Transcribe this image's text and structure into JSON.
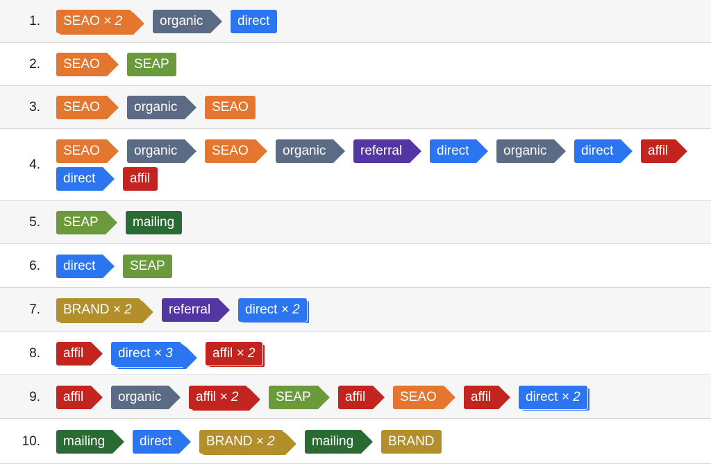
{
  "colors": {
    "SEAO": "#e5762f",
    "organic": "#5b6b85",
    "direct": "#2b75f0",
    "SEAP": "#6a9a3c",
    "referral": "#5335a4",
    "affil": "#c3241f",
    "mailing": "#2a6b33",
    "BRAND": "#b28f2b"
  },
  "paths": [
    {
      "number": "1.",
      "chips": [
        {
          "channel": "SEAO",
          "label": "SEAO",
          "mult": "× 2"
        },
        {
          "channel": "organic",
          "label": "organic",
          "mult": ""
        },
        {
          "channel": "direct",
          "label": "direct",
          "mult": ""
        }
      ]
    },
    {
      "number": "2.",
      "chips": [
        {
          "channel": "SEAO",
          "label": "SEAO",
          "mult": ""
        },
        {
          "channel": "SEAP",
          "label": "SEAP",
          "mult": ""
        }
      ]
    },
    {
      "number": "3.",
      "chips": [
        {
          "channel": "SEAO",
          "label": "SEAO",
          "mult": ""
        },
        {
          "channel": "organic",
          "label": "organic",
          "mult": ""
        },
        {
          "channel": "SEAO",
          "label": "SEAO",
          "mult": ""
        }
      ]
    },
    {
      "number": "4.",
      "chips": [
        {
          "channel": "SEAO",
          "label": "SEAO",
          "mult": ""
        },
        {
          "channel": "organic",
          "label": "organic",
          "mult": ""
        },
        {
          "channel": "SEAO",
          "label": "SEAO",
          "mult": ""
        },
        {
          "channel": "organic",
          "label": "organic",
          "mult": ""
        },
        {
          "channel": "referral",
          "label": "referral",
          "mult": ""
        },
        {
          "channel": "direct",
          "label": "direct",
          "mult": ""
        },
        {
          "channel": "organic",
          "label": "organic",
          "mult": ""
        },
        {
          "channel": "direct",
          "label": "direct",
          "mult": ""
        },
        {
          "channel": "affil",
          "label": "affil",
          "mult": ""
        },
        {
          "channel": "direct",
          "label": "direct",
          "mult": ""
        },
        {
          "channel": "affil",
          "label": "affil",
          "mult": ""
        }
      ]
    },
    {
      "number": "5.",
      "chips": [
        {
          "channel": "SEAP",
          "label": "SEAP",
          "mult": ""
        },
        {
          "channel": "mailing",
          "label": "mailing",
          "mult": ""
        }
      ]
    },
    {
      "number": "6.",
      "chips": [
        {
          "channel": "direct",
          "label": "direct",
          "mult": ""
        },
        {
          "channel": "SEAP",
          "label": "SEAP",
          "mult": ""
        }
      ]
    },
    {
      "number": "7.",
      "chips": [
        {
          "channel": "BRAND",
          "label": "BRAND",
          "mult": "× 2"
        },
        {
          "channel": "referral",
          "label": "referral",
          "mult": ""
        },
        {
          "channel": "direct",
          "label": "direct",
          "mult": "× 2"
        }
      ]
    },
    {
      "number": "8.",
      "chips": [
        {
          "channel": "affil",
          "label": "affil",
          "mult": ""
        },
        {
          "channel": "direct",
          "label": "direct",
          "mult": "× 3"
        },
        {
          "channel": "affil",
          "label": "affil",
          "mult": "× 2"
        }
      ]
    },
    {
      "number": "9.",
      "chips": [
        {
          "channel": "affil",
          "label": "affil",
          "mult": ""
        },
        {
          "channel": "organic",
          "label": "organic",
          "mult": ""
        },
        {
          "channel": "affil",
          "label": "affil",
          "mult": "× 2"
        },
        {
          "channel": "SEAP",
          "label": "SEAP",
          "mult": ""
        },
        {
          "channel": "affil",
          "label": "affil",
          "mult": ""
        },
        {
          "channel": "SEAO",
          "label": "SEAO",
          "mult": ""
        },
        {
          "channel": "affil",
          "label": "affil",
          "mult": ""
        },
        {
          "channel": "direct",
          "label": "direct",
          "mult": "× 2"
        }
      ]
    },
    {
      "number": "10.",
      "chips": [
        {
          "channel": "mailing",
          "label": "mailing",
          "mult": ""
        },
        {
          "channel": "direct",
          "label": "direct",
          "mult": ""
        },
        {
          "channel": "BRAND",
          "label": "BRAND",
          "mult": "× 2"
        },
        {
          "channel": "mailing",
          "label": "mailing",
          "mult": ""
        },
        {
          "channel": "BRAND",
          "label": "BRAND",
          "mult": ""
        }
      ]
    }
  ]
}
